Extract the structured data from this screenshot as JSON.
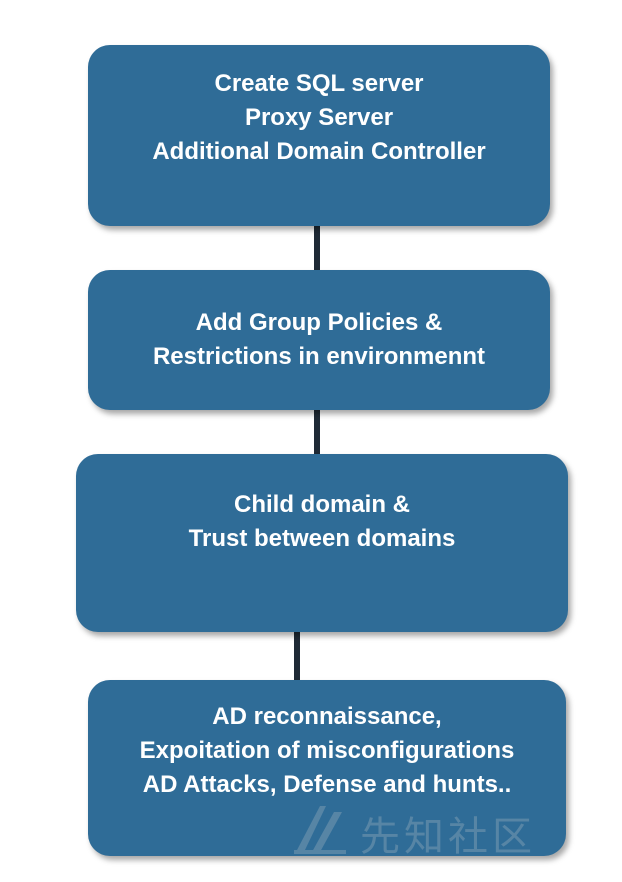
{
  "diagram": {
    "nodes": [
      {
        "lines": [
          "Create SQL server",
          "Proxy Server",
          "Additional Domain Controller"
        ]
      },
      {
        "lines": [
          "Add Group Policies &",
          "Restrictions in environmennt"
        ]
      },
      {
        "lines": [
          "Child domain &",
          "Trust between domains"
        ]
      },
      {
        "lines": [
          "AD reconnaissance,",
          "Expoitation of misconfigurations",
          "AD Attacks, Defense and hunts.."
        ]
      }
    ],
    "edges": [
      {
        "from": 0,
        "to": 1
      },
      {
        "from": 1,
        "to": 2
      },
      {
        "from": 2,
        "to": 3
      }
    ]
  },
  "colors": {
    "box_fill": "#2f6c97",
    "box_text": "#ffffff",
    "connector": "#1f2a36"
  },
  "watermark": {
    "text": "先知社区"
  }
}
